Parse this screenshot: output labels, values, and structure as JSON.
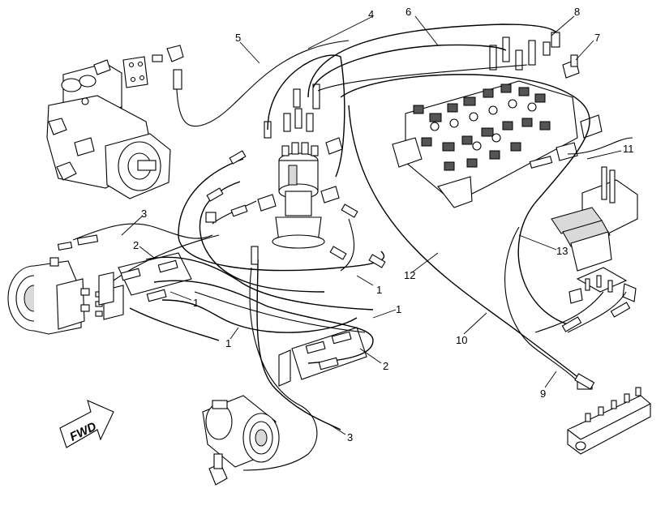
{
  "diagram": {
    "direction_arrow": {
      "label": "FWD"
    },
    "callouts": [
      {
        "id": "c1a",
        "text": "1"
      },
      {
        "id": "c1b",
        "text": "1"
      },
      {
        "id": "c1c",
        "text": "1"
      },
      {
        "id": "c1d",
        "text": "1"
      },
      {
        "id": "c2a",
        "text": "2"
      },
      {
        "id": "c2b",
        "text": "2"
      },
      {
        "id": "c3a",
        "text": "3"
      },
      {
        "id": "c3b",
        "text": "3"
      },
      {
        "id": "c4",
        "text": "4"
      },
      {
        "id": "c5",
        "text": "5"
      },
      {
        "id": "c6",
        "text": "6"
      },
      {
        "id": "c7",
        "text": "7"
      },
      {
        "id": "c8",
        "text": "8"
      },
      {
        "id": "c9",
        "text": "9"
      },
      {
        "id": "c10",
        "text": "10"
      },
      {
        "id": "c11",
        "text": "11"
      },
      {
        "id": "c12",
        "text": "12"
      },
      {
        "id": "c13",
        "text": "13"
      }
    ]
  }
}
